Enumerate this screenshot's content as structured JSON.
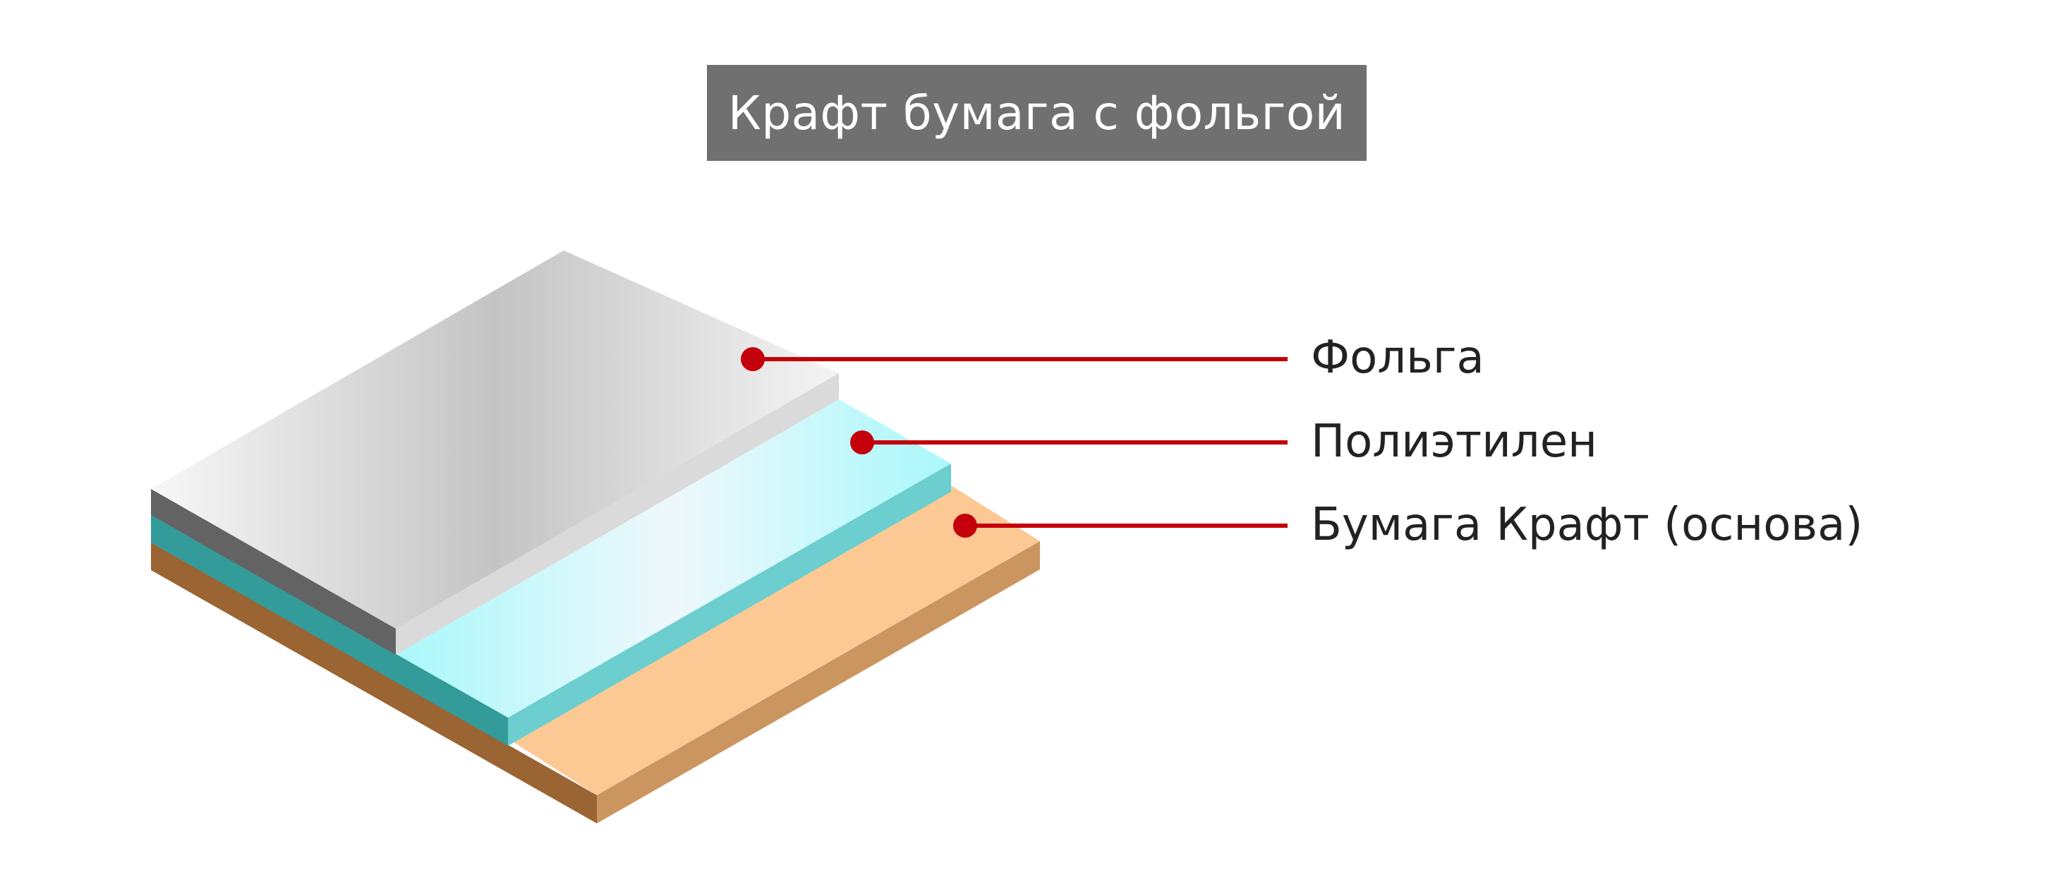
{
  "title": "Крафт бумага с фольгой",
  "layers": [
    {
      "key": "foil",
      "label": "Фольга",
      "color": "#c4c4c4"
    },
    {
      "key": "polyethylene",
      "label": "Полиэтилен",
      "color": "#a9f8fb"
    },
    {
      "key": "kraft",
      "label": "Бумага Крафт (основа)",
      "color": "#fcc995"
    }
  ],
  "marker_color": "#c4000a"
}
